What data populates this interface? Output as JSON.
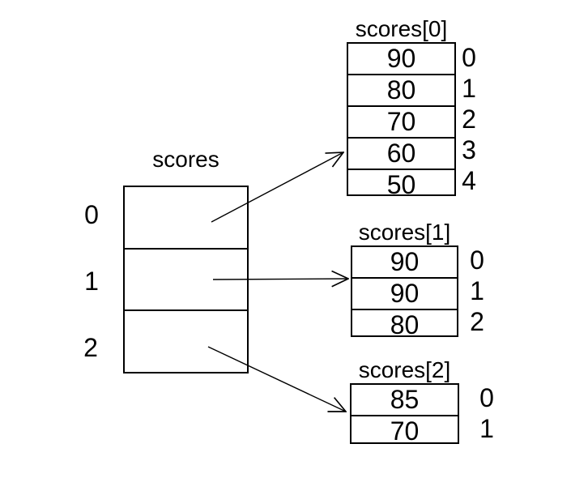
{
  "diagram": {
    "background_color": "#ffffff",
    "line_color": "#000000",
    "text_color": "#000000",
    "main_array": {
      "title": "scores",
      "indices": [
        "0",
        "1",
        "2"
      ],
      "cell_count": 3
    },
    "sub_arrays": [
      {
        "title": "scores[0]",
        "values": [
          "90",
          "80",
          "70",
          "60",
          "50"
        ],
        "indices": [
          "0",
          "1",
          "2",
          "3",
          "4"
        ]
      },
      {
        "title": "scores[1]",
        "values": [
          "90",
          "90",
          "80"
        ],
        "indices": [
          "0",
          "1",
          "2"
        ]
      },
      {
        "title": "scores[2]",
        "values": [
          "85",
          "70"
        ],
        "indices": [
          "0",
          "1"
        ]
      }
    ],
    "arrows": [
      {
        "from": "main cell 0",
        "to": "scores[0]"
      },
      {
        "from": "main cell 1",
        "to": "scores[1]"
      },
      {
        "from": "main cell 2",
        "to": "scores[2]"
      }
    ]
  }
}
